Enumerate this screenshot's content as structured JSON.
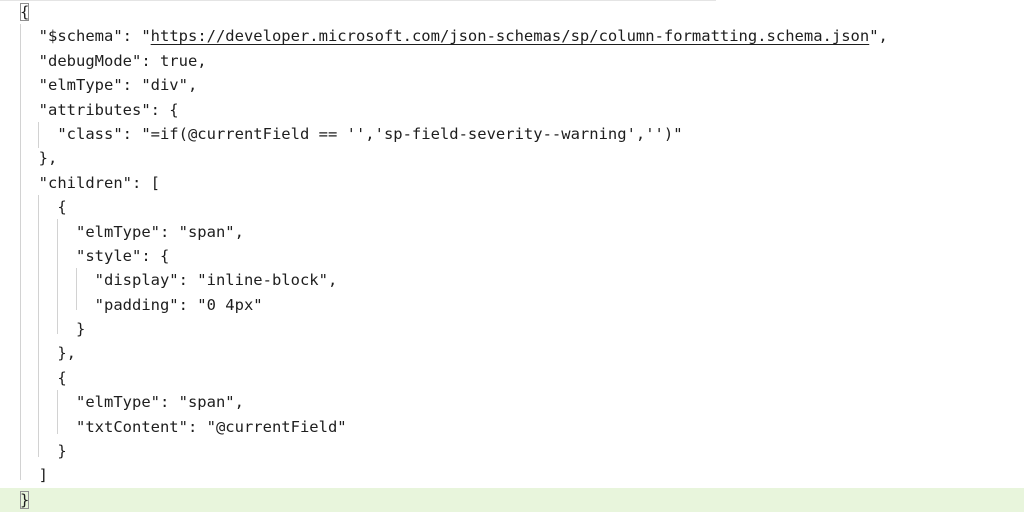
{
  "editor": {
    "colors": {
      "text": "#1e1e1e",
      "active_line": "#e8f5dc",
      "indent_guide": "#d2d2d2",
      "bracket_outline": "#8f8f8f"
    },
    "lines": [
      {
        "pre": "{",
        "url": "",
        "post": ""
      },
      {
        "pre": "  \"$schema\": \"",
        "url": "https://developer.microsoft.com/json-schemas/sp/column-formatting.schema.json",
        "post": "\","
      },
      {
        "pre": "  \"debugMode\": true,",
        "url": "",
        "post": ""
      },
      {
        "pre": "  \"elmType\": \"div\",",
        "url": "",
        "post": ""
      },
      {
        "pre": "  \"attributes\": {",
        "url": "",
        "post": ""
      },
      {
        "pre": "    \"class\": \"=if(@currentField == '','sp-field-severity--warning','')\"",
        "url": "",
        "post": ""
      },
      {
        "pre": "  },",
        "url": "",
        "post": ""
      },
      {
        "pre": "  \"children\": [",
        "url": "",
        "post": ""
      },
      {
        "pre": "    {",
        "url": "",
        "post": ""
      },
      {
        "pre": "      \"elmType\": \"span\",",
        "url": "",
        "post": ""
      },
      {
        "pre": "      \"style\": {",
        "url": "",
        "post": ""
      },
      {
        "pre": "        \"display\": \"inline-block\",",
        "url": "",
        "post": ""
      },
      {
        "pre": "        \"padding\": \"0 4px\"",
        "url": "",
        "post": ""
      },
      {
        "pre": "      }",
        "url": "",
        "post": ""
      },
      {
        "pre": "    },",
        "url": "",
        "post": ""
      },
      {
        "pre": "    {",
        "url": "",
        "post": ""
      },
      {
        "pre": "      \"elmType\": \"span\",",
        "url": "",
        "post": ""
      },
      {
        "pre": "      \"txtContent\": \"@currentField\"",
        "url": "",
        "post": ""
      },
      {
        "pre": "    }",
        "url": "",
        "post": ""
      },
      {
        "pre": "  ]",
        "url": "",
        "post": ""
      },
      {
        "pre": "}",
        "url": "",
        "post": ""
      }
    ],
    "active_line_index": 20,
    "matched_bracket_lines": [
      0,
      20
    ]
  }
}
